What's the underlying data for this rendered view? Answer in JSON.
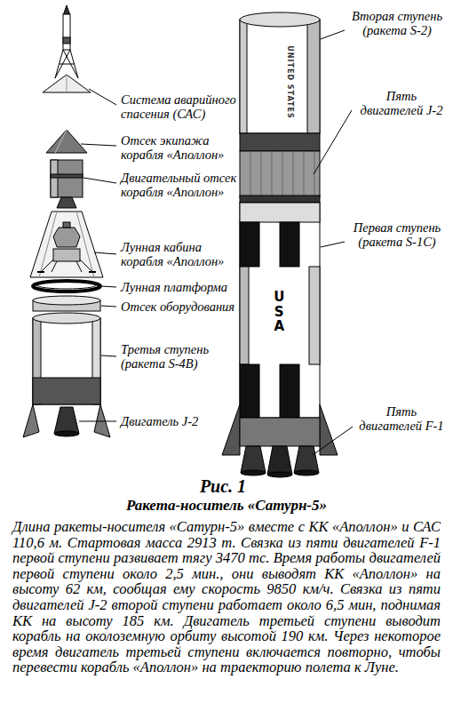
{
  "diagram": {
    "title": "Ракета-носитель «Сатурн-5»",
    "caption": "Длина ракеты-носителя «Сатурн-5» вместе с КК «Аполлон» и САС 110,6 м. Стартовая масса 2913 т. Связка из пяти двигателей F-1 первой ступени развивает тягу 3470 тс. Время работы двигателей первой ступени около 2,5 мин., они выводят КК «Аполлон» на высоту 62 км, сообщая ему скорость 9850 км/ч. Связка из пяти двигателей J-2 второй ступени работает около 6,5 мин, поднимая КК на высоту 185 км. Двигатель третьей ступени выводит корабль на околоземную орбиту высотой 190 км. Через некоторое время двигатель третьей ступени включается повторно, чтобы перевести корабль «Аполлон» на траекторию полета к Луне.",
    "labels": [
      "Система аварийного спасения (САС)",
      "Отсек экипажа корабля «Аполлон»",
      "Двигательный отсек корабля «Аполлон»",
      "Лунная кабина корабля «Аполлон»",
      "Лунная платформа",
      "Отсек оборудования",
      "Третья ступень (ракета S-4B)",
      "Двигатель J-2",
      "Вторая ступень (ракета S-2)",
      "Пять двигателей J-2",
      "Первая ступень (ракета S-1C)",
      "Пять двигателей F-1",
      "USA",
      "UNITED STATES",
      "Рис. 1"
    ]
  }
}
